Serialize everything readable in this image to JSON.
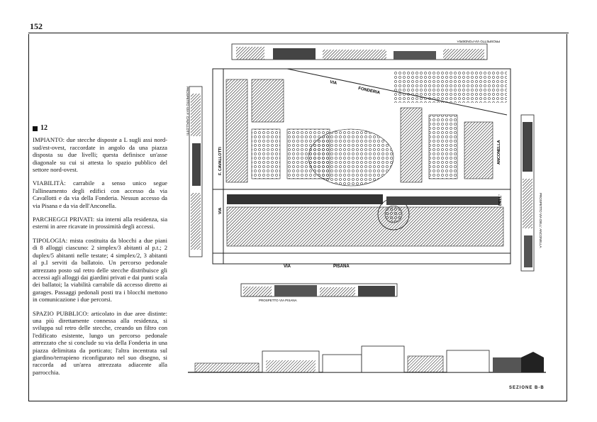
{
  "page_number": "152",
  "entry_number": "12",
  "paragraphs": [
    {
      "label": "IMPIANTO:",
      "text": " due stecche disposte a L sugli assi nord-sud/est-ovest, raccordate in angolo da una piazza disposta su due livelli; questa definisce un'asse diagonale su cui si attesta lo spazio pubblico del settore nord-ovest."
    },
    {
      "label": "VIABILITÀ:",
      "text": " carrabile a senso unico segue l'allineamento degli edifici con accesso da via Cavallotti e da via della Fonderia. Nessun accesso da via Pisana e da via dell'Anconella."
    },
    {
      "label": "PARCHEGGI PRIVATI:",
      "text": " sia interni alla residenza, sia esterni in aree ricavate in prossimità degli accessi."
    },
    {
      "label": "TIPOLOGIA:",
      "text": " mista costituita da blocchi a due piani di 8 alloggi ciascuno: 2 simplex/3 abitanti al p.t.; 2 duplex/5 abitanti nelle testate; 4 simplex/2, 3 abitanti al p.I serviti da ballatoio. Un percorso pedonale attrezzato posto sul retro delle stecche distribuisce gli accessi agli alloggi dai giardini privati e dai punti scala dei ballatoi; la viabilità carrabile dà accesso diretto ai garages. Passaggi pedonali posti tra i blocchi mettono in comunicazione i due percorsi."
    },
    {
      "label": "SPAZIO PUBBLICO:",
      "text": " articolato in due aree distinte: una più direttamente connessa alla residenza, si sviluppa sul retro delle stecche, creando un filtro con l'edificato esistente, lungo un percorso pedonale attrezzato che si conclude su via della Fonderia in una piazza delimitata da porticato; l'altra incentrata sul giardino/terrapieno riconfigurato nel suo disegno, si raccorda ad un'area attrezzata adiacente alla parrocchia."
    }
  ],
  "plan_labels": {
    "via": "VIA",
    "fonderia": "FONDERIA",
    "cavallotti": "F. CAVALLOTTI",
    "pisana": "PISANA",
    "anconella": "ANCONELLA",
    "dell": "DELL'",
    "prospetto_fonderia": "PROSPETTO VIA FONDERIA",
    "prospetto_cavallotti": "PROSPETTO VIA F. CAVALLOTTI",
    "prospetto_pisana": "PROSPETTO VIA PISANA",
    "prospetto_anconella": "PROSPETTO VIA DELL' ANCONELLA"
  },
  "section_label": "SEZIONE B-B"
}
